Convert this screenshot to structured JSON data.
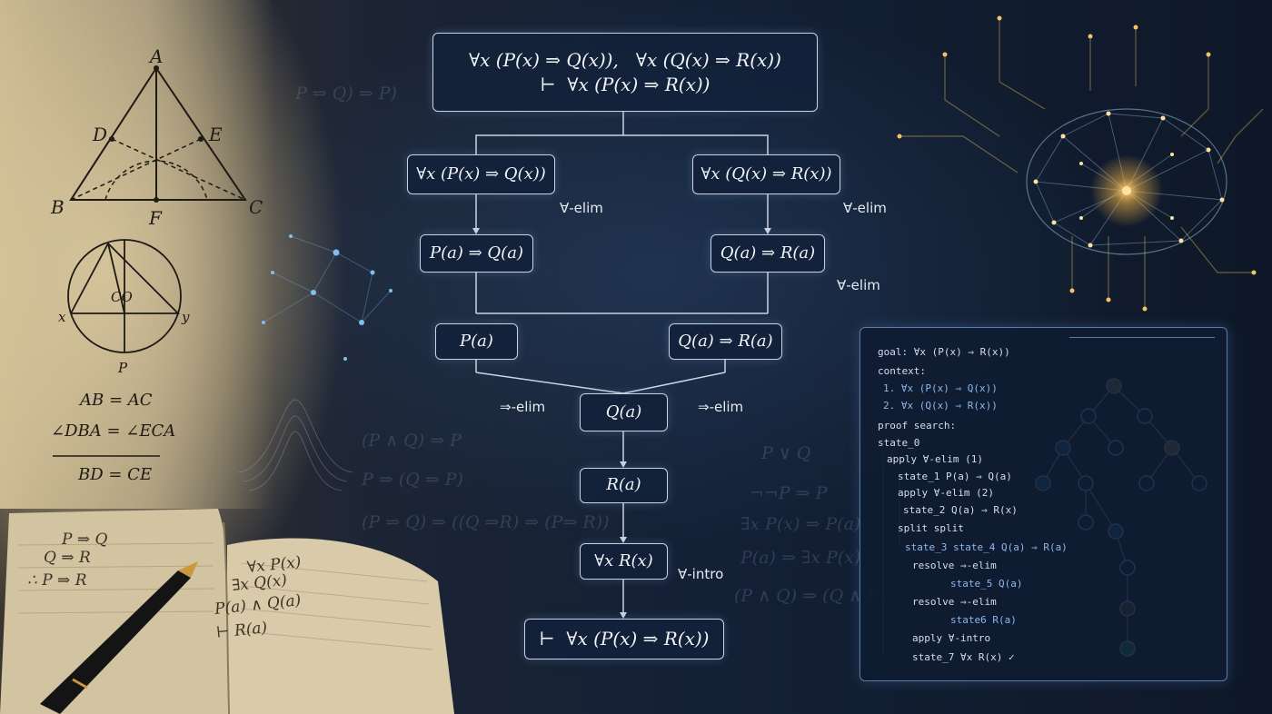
{
  "proof_tree": {
    "root_line1": "∀x (P(x) ⇒ Q(x)),   ∀x (Q(x) ⇒ R(x))",
    "root_line2": "⊢  ∀x (P(x) ⇒ R(x))",
    "premise_left": "∀x (P(x) ⇒ Q(x))",
    "premise_right": "∀x (Q(x) ⇒ R(x))",
    "inst_left": "P(a) ⇒ Q(a)",
    "inst_right": "Q(a) ⇒ R(a)",
    "pa": "P(a)",
    "qa_ra": "Q(a) ⇒ R(a)",
    "qa": "Q(a)",
    "ra": "R(a)",
    "forall_ra": "∀x R(x)",
    "conclusion": "⊢  ∀x (P(x) ⇒ R(x))",
    "rule_forall_elim_1": "∀-elim",
    "rule_forall_elim_2": "∀-elim",
    "rule_forall_elim_3": "∀-elim",
    "rule_imp_elim_left": "⇒-elim",
    "rule_imp_elim_right": "⇒-elim",
    "rule_forall_intro": "∀-intro"
  },
  "geometry": {
    "labels": [
      "A",
      "B",
      "C",
      "D",
      "E",
      "F"
    ],
    "circle_labels": [
      "x",
      "y",
      "P"
    ],
    "circle_center": "CO",
    "eq1": "AB = AC",
    "eq2": "∠DBA = ∠ECA",
    "eq3": "BD = CE"
  },
  "notebook": {
    "left": [
      "P ⇒ Q",
      "Q ⇒ R",
      "∴ P ⇒ R"
    ],
    "right": [
      "∀x P(x)",
      "∃x Q(x)",
      "P(a) ∧ Q(a)",
      "⊢ R(a)"
    ]
  },
  "background_formulas": [
    "P ⇒ Q) ⇒ P)",
    "(P ∧ Q) ⇒ P",
    "P ⇒ (Q ⇒ P)",
    "(P ⇒ Q) ⇒ ((Q ⇒R) ⇒ (P⇒ R))",
    "P ∨ Q",
    "¬¬P ⇒ P",
    "∃x P(x) ⇒ P(a)",
    "P(a) ⇒ ∃x P(x)",
    "(P ∧ Q) ⇒ (Q ∧ P)"
  ],
  "search_panel": {
    "lines": [
      "goal: ∀x (P(x) ⇒ R(x))",
      "context:",
      "1. ∀x (P(x) ⇒ Q(x))",
      "2. ∀x (Q(x) ⇒ R(x))",
      "proof search:",
      "state_0",
      "apply ∀-elim (1)",
      "state_1  P(a) ⇒ Q(a)",
      "apply ∀-elim (2)",
      "state_2  Q(a) ⇒ R(x)",
      "split   split",
      "state_3  state_4  Q(a) ⇒ R(a)",
      "resolve ⇒-elim",
      "state_5  Q(a)",
      "resolve ⇒-elim",
      "state6  R(a)",
      "apply ∀-intro",
      "state_7  ∀x R(x)  ✓"
    ]
  },
  "colors": {
    "background": "#0f1a2c",
    "node_border": "#c9d3e2",
    "panel_border": "#5d7aa0",
    "success": "#2fa866",
    "glow": "#f2b64a"
  }
}
